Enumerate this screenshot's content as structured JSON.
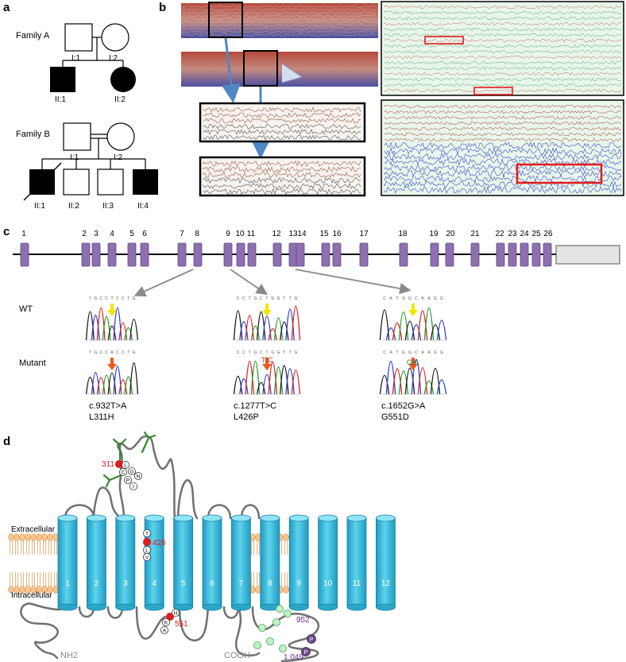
{
  "panel_labels": {
    "a": "a",
    "b": "b",
    "c": "c",
    "d": "d"
  },
  "pedigree": {
    "family_a": {
      "title": "Family A",
      "parents": [
        "I:1",
        "I:2"
      ],
      "children": [
        "II:1",
        "II:2"
      ]
    },
    "family_b": {
      "title": "Family B",
      "parents": [
        "I:1",
        "I:2"
      ],
      "children": [
        "II:1",
        "II:2",
        "II:3",
        "II:4"
      ]
    }
  },
  "gene": {
    "exons": [
      "1",
      "2",
      "3",
      "4",
      "5",
      "6",
      "7",
      "8",
      "9",
      "10",
      "11",
      "12",
      "13",
      "14",
      "15",
      "16",
      "17",
      "18",
      "19",
      "20",
      "21",
      "22",
      "23",
      "24",
      "25",
      "26"
    ]
  },
  "sequencing": {
    "row_labels": {
      "wt": "WT",
      "mutant": "Mutant"
    },
    "variants": [
      {
        "cdna": "c.932T>A",
        "protein": "L311H",
        "wt_seq": "TGCCTCCTG",
        "mut_seq": "TGCCACCTG",
        "base_label": ""
      },
      {
        "cdna": "c.1277T>C",
        "protein": "L426P",
        "wt_seq": "CCTGCTGGTTG",
        "mut_seq": "CCTGCTGGTTG",
        "base_label": "T/C"
      },
      {
        "cdna": "c.1652G>A",
        "protein": "G551D",
        "wt_seq": "CATGGCAAGG",
        "mut_seq": "CATGGCAAGG",
        "base_label": "G/A"
      }
    ]
  },
  "topology": {
    "extracellular_label": "Extracellular",
    "intracellular_label": "Intracellular",
    "helices": [
      "1",
      "2",
      "3",
      "4",
      "5",
      "6",
      "7",
      "8",
      "9",
      "10",
      "11",
      "12"
    ],
    "site_311": "311",
    "site_426": "426",
    "site_551": "551",
    "residues_311": [
      "L",
      "G",
      "N",
      "C",
      "P",
      "I"
    ],
    "residues_426": [
      "T",
      "L",
      "V"
    ],
    "residues_551": [
      "H",
      "K",
      "A"
    ],
    "site_952": "952",
    "site_1049": "1,049",
    "phospho_label": "P",
    "n_terminus": "NH2",
    "c_terminus": "COOH"
  },
  "colors": {
    "exon": "#8e6fb0",
    "helix": "#3ec5e0",
    "membrane_head": "#f6c48c",
    "mutation": "#e21a1a",
    "glycan": "#2f8a2f",
    "eeg_bg": "#e9f6ea"
  }
}
